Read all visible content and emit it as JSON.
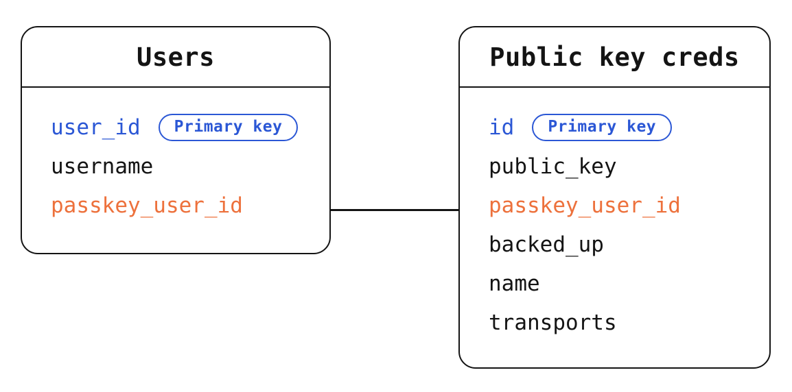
{
  "diagram": {
    "colors": {
      "line": "#141414",
      "text": "#141414",
      "primary_key": "#2b57d5",
      "foreign_key": "#ed713c",
      "background": "#ffffff"
    },
    "tables": [
      {
        "title": "Users",
        "fields": [
          {
            "name": "user_id",
            "role": "primary-key",
            "badge": "Primary key"
          },
          {
            "name": "username",
            "role": "regular"
          },
          {
            "name": "passkey_user_id",
            "role": "foreign-key"
          }
        ]
      },
      {
        "title": "Public key creds",
        "fields": [
          {
            "name": "id",
            "role": "primary-key",
            "badge": "Primary key"
          },
          {
            "name": "public_key",
            "role": "regular"
          },
          {
            "name": "passkey_user_id",
            "role": "foreign-key"
          },
          {
            "name": "backed_up",
            "role": "regular"
          },
          {
            "name": "name",
            "role": "regular"
          },
          {
            "name": "transports",
            "role": "regular"
          }
        ]
      }
    ],
    "relationship": {
      "from_table": "Users",
      "from_field": "passkey_user_id",
      "to_table": "Public key creds",
      "to_field": "passkey_user_id"
    }
  }
}
